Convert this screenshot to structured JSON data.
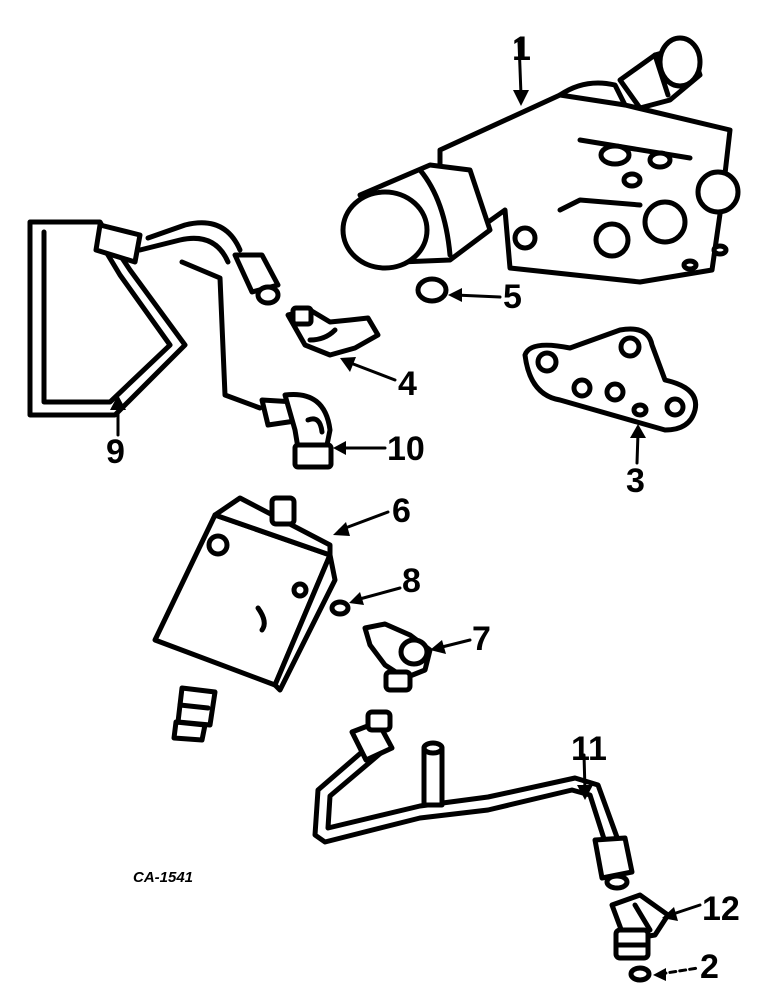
{
  "figure_code": "CA-1541",
  "callouts": [
    {
      "id": "1",
      "label": "1"
    },
    {
      "id": "2",
      "label": "2"
    },
    {
      "id": "3",
      "label": "3"
    },
    {
      "id": "4",
      "label": "4"
    },
    {
      "id": "5",
      "label": "5"
    },
    {
      "id": "6",
      "label": "6"
    },
    {
      "id": "7",
      "label": "7"
    },
    {
      "id": "8",
      "label": "8"
    },
    {
      "id": "9",
      "label": "9"
    },
    {
      "id": "10",
      "label": "10"
    },
    {
      "id": "11",
      "label": "11"
    },
    {
      "id": "12",
      "label": "12"
    }
  ],
  "colors": {
    "ink": "#000000",
    "paper": "#ffffff"
  }
}
